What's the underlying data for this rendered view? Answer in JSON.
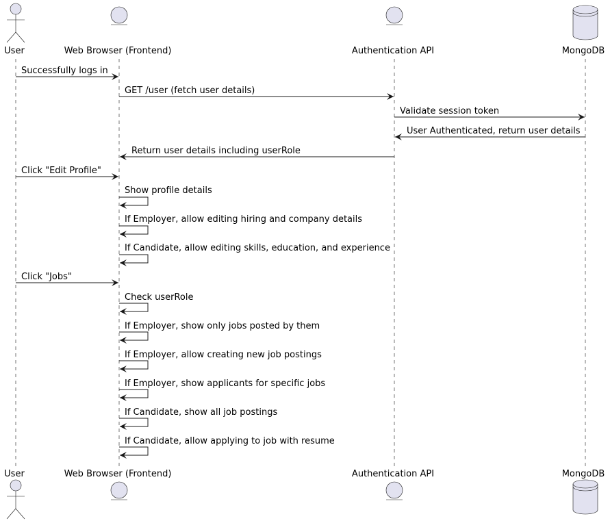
{
  "participants": [
    {
      "id": "user",
      "label": "User",
      "kind": "actor-icon"
    },
    {
      "id": "browser",
      "label": "Web Browser (Frontend)",
      "kind": "entity-icon"
    },
    {
      "id": "auth",
      "label": "Authentication API",
      "kind": "entity-icon"
    },
    {
      "id": "db",
      "label": "MongoDB",
      "kind": "database-icon"
    }
  ],
  "messages": [
    {
      "from": "user",
      "to": "browser",
      "text": "Successfully logs in"
    },
    {
      "from": "browser",
      "to": "auth",
      "text": "GET /user (fetch user details)"
    },
    {
      "from": "auth",
      "to": "db",
      "text": "Validate session token"
    },
    {
      "from": "db",
      "to": "auth",
      "text": "User Authenticated, return user details"
    },
    {
      "from": "auth",
      "to": "browser",
      "text": "Return user details including userRole"
    },
    {
      "from": "user",
      "to": "browser",
      "text": "Click \"Edit Profile\""
    },
    {
      "from": "browser",
      "to": "browser",
      "text": "Show profile details"
    },
    {
      "from": "browser",
      "to": "browser",
      "text": "If Employer, allow editing hiring and company details"
    },
    {
      "from": "browser",
      "to": "browser",
      "text": "If Candidate, allow editing skills, education, and experience"
    },
    {
      "from": "user",
      "to": "browser",
      "text": "Click \"Jobs\""
    },
    {
      "from": "browser",
      "to": "browser",
      "text": "Check userRole"
    },
    {
      "from": "browser",
      "to": "browser",
      "text": "If Employer, show only jobs posted by them"
    },
    {
      "from": "browser",
      "to": "browser",
      "text": "If Employer, allow creating new job postings"
    },
    {
      "from": "browser",
      "to": "browser",
      "text": "If Employer, show applicants for specific jobs"
    },
    {
      "from": "browser",
      "to": "browser",
      "text": "If Candidate, show all job postings"
    },
    {
      "from": "browser",
      "to": "browser",
      "text": "If Candidate, allow applying to job with resume"
    }
  ],
  "colors": {
    "participant_fill": "#E2E2F0",
    "line": "#181818",
    "text": "#000000"
  }
}
